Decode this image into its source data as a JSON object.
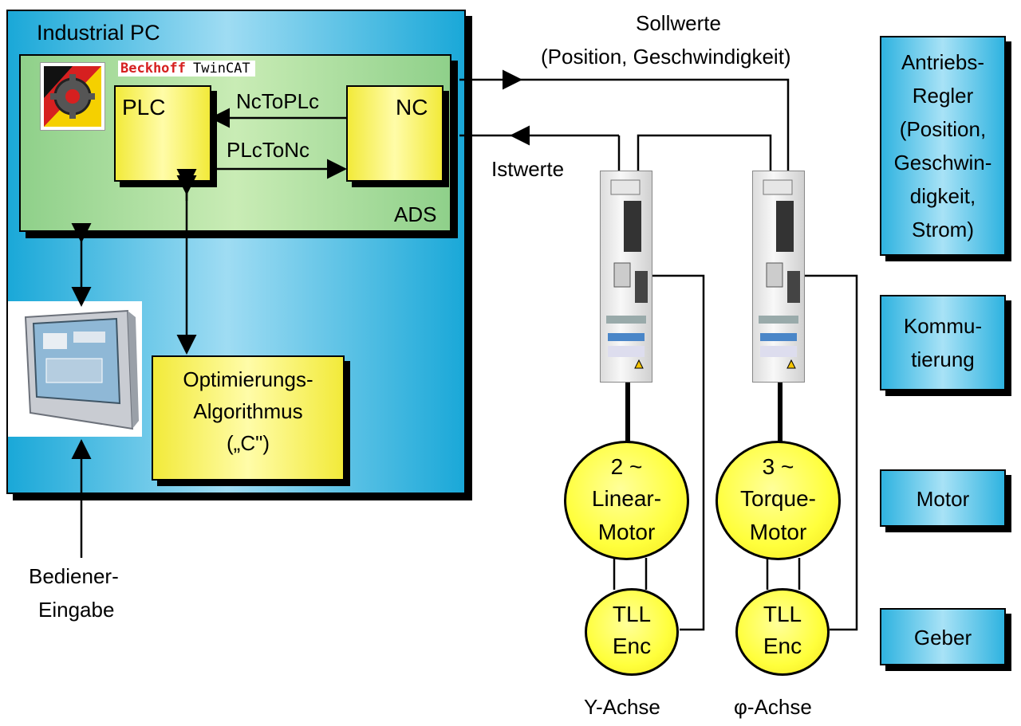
{
  "industrial_pc": {
    "title": "Industrial PC"
  },
  "twincat": {
    "brand": "Beckhoff",
    "product": "TwinCAT",
    "ads_label": "ADS"
  },
  "plc": {
    "label": "PLC"
  },
  "nc": {
    "label": "NC"
  },
  "nc_to_plc": "NcToPLc",
  "plc_to_nc": "PLcToNc",
  "optimizer": {
    "lines": [
      "Optimierungs-",
      "Algorithmus",
      "(„C\")"
    ]
  },
  "operator_input": {
    "lines": [
      "Bediener-",
      "Eingabe"
    ]
  },
  "setpoints": {
    "lines": [
      "Sollwerte",
      "(Position, Geschwindigkeit)"
    ]
  },
  "actual_values": "Istwerte",
  "motors": [
    {
      "lines": [
        "2 ~",
        "Linear-",
        "Motor"
      ],
      "encoder": [
        "TLL",
        "Enc"
      ],
      "axis": "Y-Achse"
    },
    {
      "lines": [
        "3 ~",
        "Torque-",
        "Motor"
      ],
      "encoder": [
        "TLL",
        "Enc"
      ],
      "axis": "φ-Achse"
    }
  ],
  "legend": {
    "drive_controller": [
      "Antriebs-",
      "Regler",
      "(Position,",
      "Geschwin-",
      "digkeit,",
      "Strom)"
    ],
    "commutation": [
      "Kommu-",
      "tierung"
    ],
    "motor": "Motor",
    "encoder": "Geber"
  },
  "colors": {
    "pc_blue": "#1aa8d8",
    "twincat_green": "#8fd08a",
    "box_yellow": "#f2ea3a",
    "motor_yellow": "#ffff3c"
  }
}
